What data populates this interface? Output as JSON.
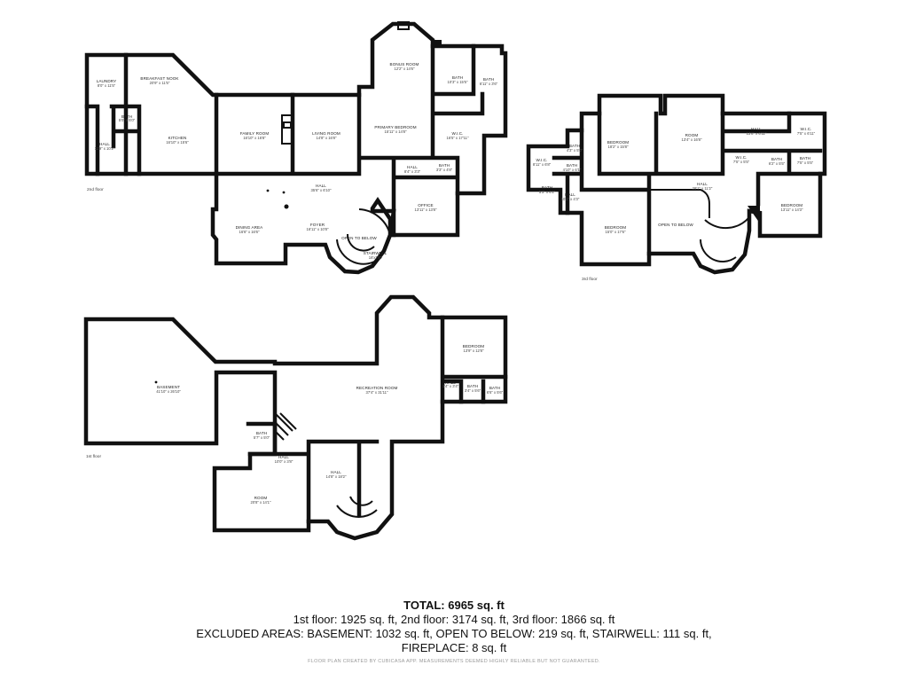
{
  "floors": {
    "second": {
      "label": "2nd floor",
      "rooms": [
        {
          "id": "laundry",
          "name": "LAUNDRY",
          "dim": "8'0\" x 11'5\""
        },
        {
          "id": "breakfast",
          "name": "BREAKFAST NOOK",
          "dim": "20'9\" x 11'5\""
        },
        {
          "id": "bath-a",
          "name": "BATH",
          "dim": "5'0\" x 5'0\""
        },
        {
          "id": "hall-a",
          "name": "HALL",
          "dim": "11'9\" x 10'2\""
        },
        {
          "id": "kitchen",
          "name": "KITCHEN",
          "dim": "16'10\" x 15'6\""
        },
        {
          "id": "family",
          "name": "FAMILY ROOM",
          "dim": "16'10\" x 16'8\""
        },
        {
          "id": "living",
          "name": "LIVING ROOM",
          "dim": "14'8\" x 16'8\""
        },
        {
          "id": "bonus",
          "name": "BONUS ROOM",
          "dim": "12'2\" x 14'6\""
        },
        {
          "id": "bath-b",
          "name": "BATH",
          "dim": "10'3\" x 15'5\""
        },
        {
          "id": "bath-c",
          "name": "BATH",
          "dim": "6'11\" x 3'6\""
        },
        {
          "id": "primary",
          "name": "PRIMARY BEDROOM",
          "dim": "15'11\" x 14'8\""
        },
        {
          "id": "wic-a",
          "name": "W.I.C.",
          "dim": "16'5\" x 17'11\""
        },
        {
          "id": "hall-b",
          "name": "HALL",
          "dim": "8'4\" x 3'3\""
        },
        {
          "id": "bath-d",
          "name": "BATH",
          "dim": "3'3\" x 4'8\""
        },
        {
          "id": "hall-c",
          "name": "HALL",
          "dim": "35'6\" x 6'10\""
        },
        {
          "id": "office",
          "name": "OFFICE",
          "dim": "13'11\" x 13'8\""
        },
        {
          "id": "dining",
          "name": "DINING AREA",
          "dim": "16'6\" x 16'6\""
        },
        {
          "id": "foyer",
          "name": "FOYER",
          "dim": "16'11\" x 10'8\""
        },
        {
          "id": "open-below-a",
          "name": "OPEN TO BELOW",
          "dim": ""
        },
        {
          "id": "stair-a",
          "name": "STAIRWELL",
          "dim": "16'x7'8\""
        }
      ]
    },
    "third": {
      "label": "3rd floor",
      "rooms": [
        {
          "id": "bedroom-1",
          "name": "BEDROOM",
          "dim": "18'2\" x 15'8\""
        },
        {
          "id": "room-1",
          "name": "ROOM",
          "dim": "13'4\" x 16'8\""
        },
        {
          "id": "hall-d",
          "name": "HALL",
          "dim": "13'8\" x 6'11\""
        },
        {
          "id": "wic-b",
          "name": "W.I.C.",
          "dim": "7'5\" x 6'11\""
        },
        {
          "id": "wic-c",
          "name": "W.I.C.",
          "dim": "8'11\" x 6'8\""
        },
        {
          "id": "bath-e",
          "name": "BATH",
          "dim": "4'3\" x 5'0\""
        },
        {
          "id": "bath-f",
          "name": "BATH",
          "dim": "4'10\" x 6'1\""
        },
        {
          "id": "wic-d",
          "name": "W.I.C.",
          "dim": "7'5\" x 5'5\""
        },
        {
          "id": "bath-g",
          "name": "BATH",
          "dim": "6'2\" x 5'5\""
        },
        {
          "id": "bath-h",
          "name": "BATH",
          "dim": "7'5\" x 5'5\""
        },
        {
          "id": "bath-i",
          "name": "BATH",
          "dim": "5'3\" x 6'1\""
        },
        {
          "id": "hall-e",
          "name": "HALL",
          "dim": "10'1\" x 4'3\""
        },
        {
          "id": "hall-f",
          "name": "HALL",
          "dim": "28'1\" x 11'2\""
        },
        {
          "id": "bedroom-2",
          "name": "BEDROOM",
          "dim": "13'11\" x 14'3\""
        },
        {
          "id": "bedroom-3",
          "name": "BEDROOM",
          "dim": "15'0\" x 17'6\""
        },
        {
          "id": "open-below-b",
          "name": "OPEN TO BELOW",
          "dim": ""
        }
      ]
    },
    "first": {
      "label": "1st floor",
      "rooms": [
        {
          "id": "basement",
          "name": "BASEMENT",
          "dim": "41'10\" x 26'10\""
        },
        {
          "id": "recreation",
          "name": "RECREATION ROOM",
          "dim": "37'4\" x 31'11\""
        },
        {
          "id": "bedroom-4",
          "name": "BEDROOM",
          "dim": "13'9\" x 12'8\""
        },
        {
          "id": "hall-g",
          "name": "HALL",
          "dim": "3'4\" x 3'4\""
        },
        {
          "id": "bath-j",
          "name": "BATH",
          "dim": "3'4\" x 5'6\""
        },
        {
          "id": "bath-k",
          "name": "BATH",
          "dim": "6'6\" x 5'6\""
        },
        {
          "id": "bath-l",
          "name": "BATH",
          "dim": "5'7\" x 5'0\""
        },
        {
          "id": "hall-h",
          "name": "HALL",
          "dim": "10'0\" x 3'8\""
        },
        {
          "id": "hall-i",
          "name": "HALL",
          "dim": "14'8\" x 18'2\""
        },
        {
          "id": "room-2",
          "name": "ROOM",
          "dim": "20'8\" x 14'1\""
        }
      ]
    }
  },
  "totals": {
    "total": "TOTAL: 6965 sq. ft",
    "line1": "1st floor: 1925 sq. ft, 2nd floor: 3174 sq. ft, 3rd floor: 1866 sq. ft",
    "line2": "EXCLUDED AREAS: BASEMENT: 1032 sq. ft, OPEN TO BELOW: 219 sq. ft, STAIRWELL: 111 sq. ft,",
    "line3": "FIREPLACE: 8 sq. ft"
  },
  "disclaimer": "FLOOR PLAN CREATED BY CUBICASA APP. MEASUREMENTS DEEMED HIGHLY RELIABLE BUT NOT GUARANTEED."
}
